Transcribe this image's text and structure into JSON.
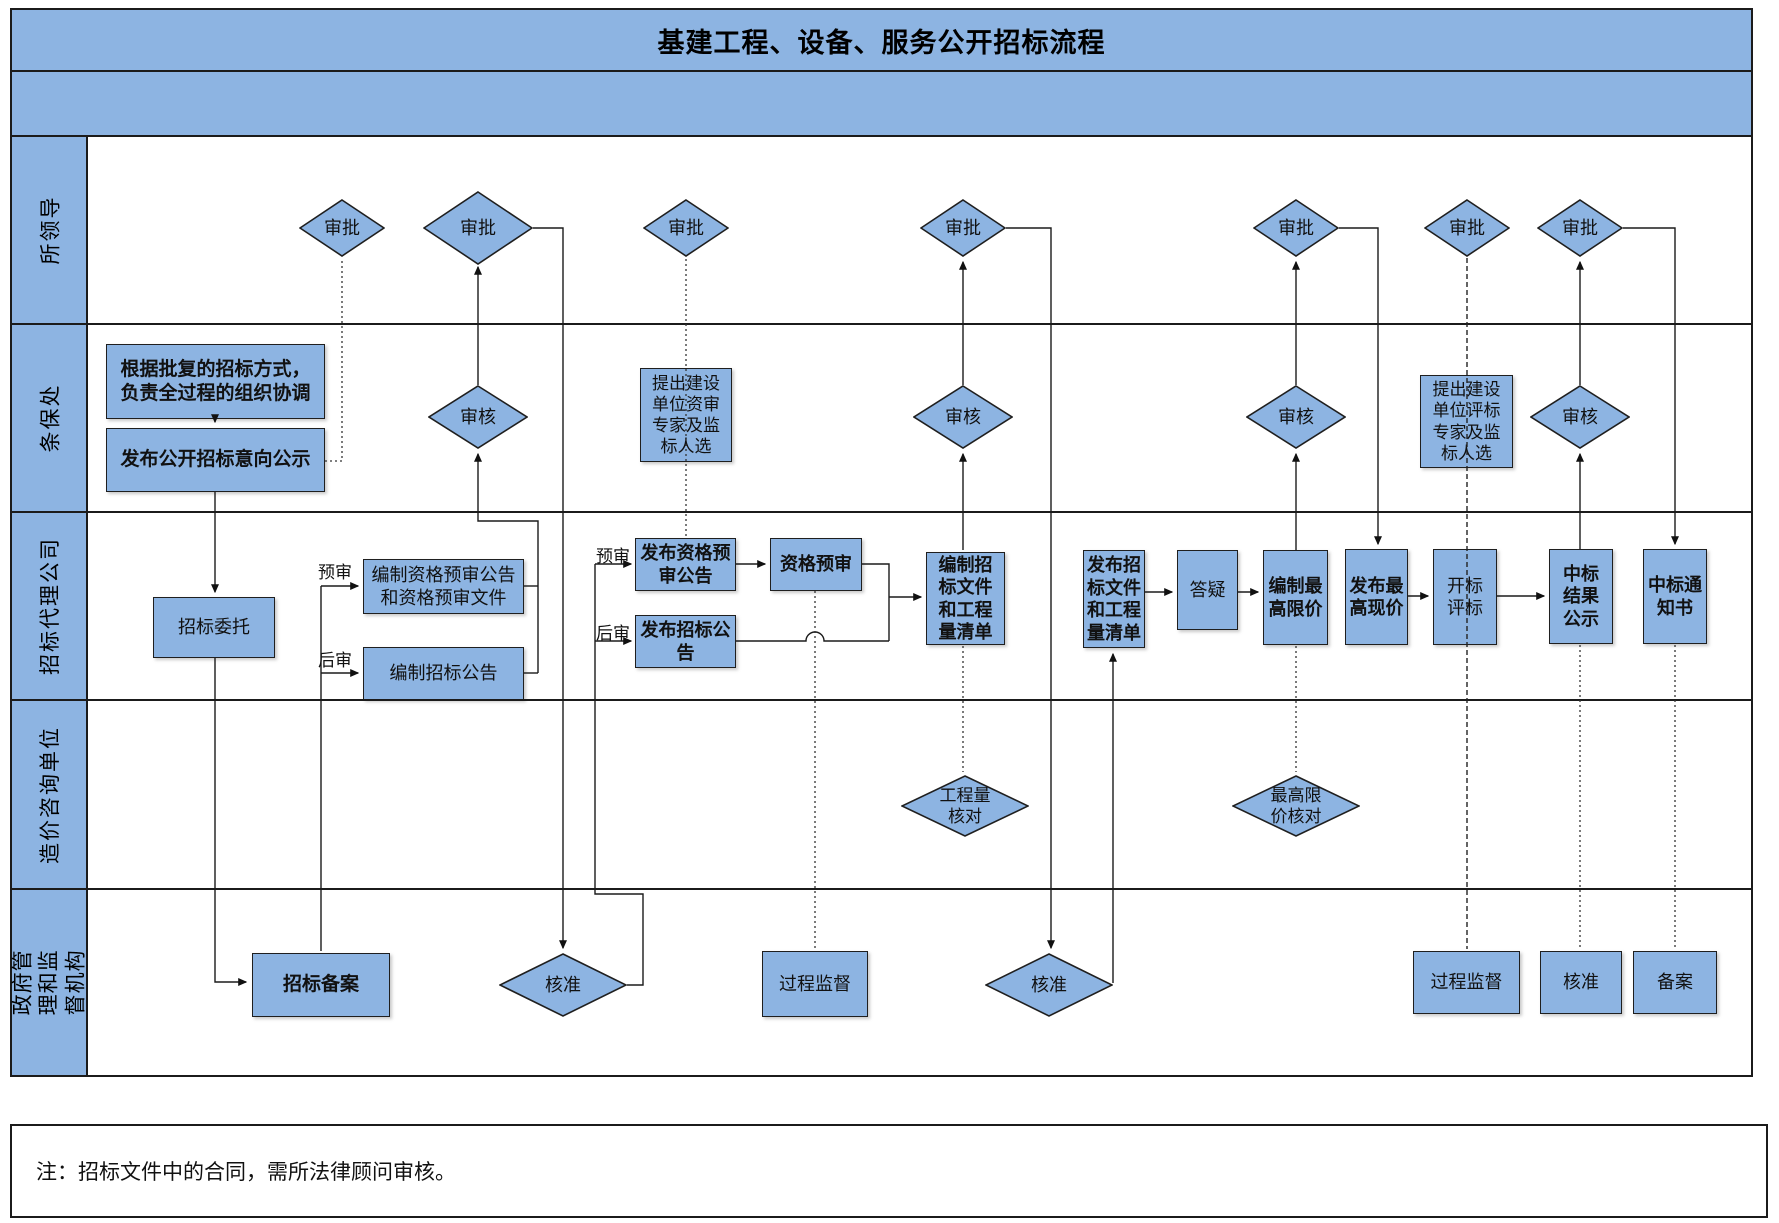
{
  "title": "基建工程、设备、服务公开招标流程",
  "colors": {
    "shape_fill": "#8DB4E2",
    "line": "#1b1b1b"
  },
  "lanes": [
    {
      "label": "所领导"
    },
    {
      "label": "条保处"
    },
    {
      "label": "招标代理公司"
    },
    {
      "label": "造价咨询单位"
    },
    {
      "label": "政府管理和监督机构"
    }
  ],
  "branch_labels": [
    {
      "text": "预审"
    },
    {
      "text": "后审"
    },
    {
      "text": "预审"
    },
    {
      "text": "后审"
    }
  ],
  "nodes": [
    {
      "id": "approve-1",
      "shape": "decision",
      "text": "审批"
    },
    {
      "id": "approve-2",
      "shape": "decision",
      "text": "审批"
    },
    {
      "id": "approve-3",
      "shape": "decision",
      "text": "审批"
    },
    {
      "id": "approve-4",
      "shape": "decision",
      "text": "审批"
    },
    {
      "id": "approve-5",
      "shape": "decision",
      "text": "审批"
    },
    {
      "id": "approve-6",
      "shape": "decision",
      "text": "审批"
    },
    {
      "id": "approve-7",
      "shape": "decision",
      "text": "审批"
    },
    {
      "id": "review-1",
      "shape": "decision",
      "text": "审核"
    },
    {
      "id": "review-2",
      "shape": "decision",
      "text": "审核"
    },
    {
      "id": "review-3",
      "shape": "decision",
      "text": "审核"
    },
    {
      "id": "review-4",
      "shape": "decision",
      "text": "审核"
    },
    {
      "id": "organize",
      "shape": "process",
      "text": "根据批复的招标方式，负责全过程的组织协调"
    },
    {
      "id": "publish-intent",
      "shape": "process",
      "text": "发布公开招标意向公示"
    },
    {
      "id": "propose-qualification-experts",
      "shape": "process",
      "text": "提出建设单位资审专家及监标人选"
    },
    {
      "id": "propose-evaluation-experts",
      "shape": "process",
      "text": "提出建设单位评标专家及监标人选"
    },
    {
      "id": "entrust",
      "shape": "process",
      "text": "招标委托"
    },
    {
      "id": "prepare-prequalification-docs",
      "shape": "process",
      "text": "编制资格预审公告和资格预审文件"
    },
    {
      "id": "prepare-announcement",
      "shape": "process",
      "text": "编制招标公告"
    },
    {
      "id": "publish-prequalification",
      "shape": "process",
      "text": "发布资格预审公告"
    },
    {
      "id": "publish-announcement",
      "shape": "process",
      "text": "发布招标公告"
    },
    {
      "id": "prequalification",
      "shape": "process",
      "text": "资格预审"
    },
    {
      "id": "prepare-bid-docs",
      "shape": "process",
      "text": "编制招标文件和工程量清单"
    },
    {
      "id": "publish-bid-docs",
      "shape": "process",
      "text": "发布招标文件和工程量清单"
    },
    {
      "id": "qa",
      "shape": "process",
      "text": "答疑"
    },
    {
      "id": "prepare-max-price",
      "shape": "process",
      "text": "编制最高限价"
    },
    {
      "id": "publish-max-price",
      "shape": "process",
      "text": "发布最高现价"
    },
    {
      "id": "open-evaluate",
      "shape": "process",
      "text": "开标评标"
    },
    {
      "id": "result-publicity",
      "shape": "process",
      "text": "中标结果公示"
    },
    {
      "id": "award-notice",
      "shape": "process",
      "text": "中标通知书"
    },
    {
      "id": "boq-check",
      "shape": "decision",
      "text": "工程量核对"
    },
    {
      "id": "max-price-check",
      "shape": "decision",
      "text": "最高限价核对"
    },
    {
      "id": "record-filing",
      "shape": "process",
      "text": "招标备案"
    },
    {
      "id": "approval-check-1",
      "shape": "decision",
      "text": "核准"
    },
    {
      "id": "supervision-1",
      "shape": "process",
      "text": "过程监督"
    },
    {
      "id": "approval-check-2",
      "shape": "decision",
      "text": "核准"
    },
    {
      "id": "supervision-2",
      "shape": "process",
      "text": "过程监督"
    },
    {
      "id": "approval-check-3",
      "shape": "process",
      "text": "核准"
    },
    {
      "id": "filing",
      "shape": "process",
      "text": "备案"
    }
  ],
  "note": "注：招标文件中的合同，需所法律顾问审核。"
}
